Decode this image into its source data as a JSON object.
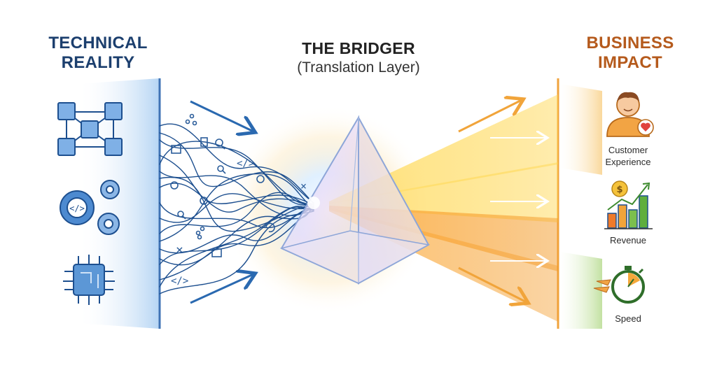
{
  "left": {
    "title_line1": "TECHNICAL",
    "title_line2": "REALITY",
    "icons": [
      "network-cubes-icon",
      "gears-code-icon",
      "circuit-chip-icon"
    ]
  },
  "center": {
    "title": "THE BRIDGER",
    "subtitle": "(Translation Layer)",
    "icon": "prism-icon"
  },
  "right": {
    "title_line1": "BUSINESS",
    "title_line2": "IMPACT",
    "items": [
      {
        "line1": "Customer",
        "line2": "Experience",
        "icon": "customer-heart-icon"
      },
      {
        "line1": "Revenue",
        "line2": "",
        "icon": "revenue-chart-icon"
      },
      {
        "line1": "Speed",
        "line2": "",
        "icon": "stopwatch-icon"
      }
    ]
  },
  "colors": {
    "technical": "#1f5fa8",
    "business": "#e8952a",
    "heading_blue": "#1c3f6e",
    "heading_orange": "#b55a1c"
  }
}
